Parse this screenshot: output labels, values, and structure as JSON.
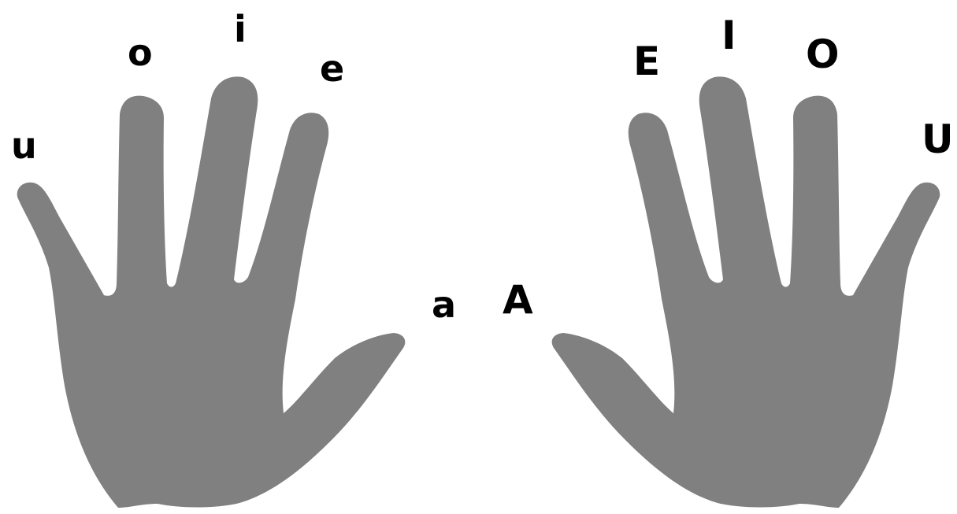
{
  "diagram": {
    "hand_color": "#808080",
    "background": "#ffffff",
    "left_hand": {
      "thumb": "a",
      "index": "e",
      "middle": "i",
      "ring": "o",
      "little": "u"
    },
    "right_hand": {
      "thumb": "A",
      "index": "E",
      "middle": "I",
      "ring": "O",
      "little": "U"
    }
  }
}
